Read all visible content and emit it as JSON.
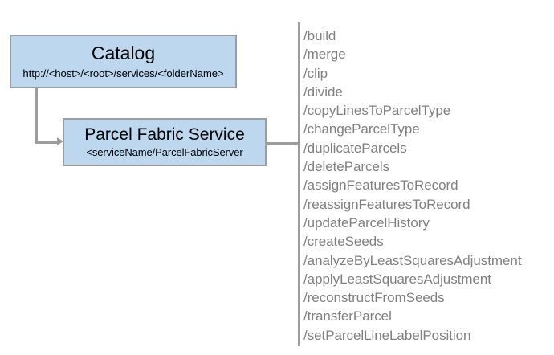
{
  "diagram": {
    "nodes": [
      {
        "id": "catalog",
        "title": "Catalog",
        "subtitle": "http://<host>/<root>/services/<folderName>"
      },
      {
        "id": "parcel-fabric-service",
        "title": "Parcel Fabric Service",
        "subtitle": "<serviceName/ParcelFabricServer"
      }
    ],
    "colors": {
      "node_fill": "#bdd7ee",
      "node_border": "#9d9d9d",
      "connector": "#9d9d9d",
      "divider": "#9d9d9d",
      "operation_text": "#808080",
      "node_text": "#000000",
      "background": "#ffffff"
    },
    "operations": [
      "/build",
      "/merge",
      "/clip",
      "/divide",
      "/copyLinesToParcelType",
      "/changeParcelType",
      "/duplicateParcels",
      "/deleteParcels",
      "/assignFeaturesToRecord",
      "/reassignFeaturesToRecord",
      "/updateParcelHistory",
      "/createSeeds",
      "/analyzeByLeastSquaresAdjustment",
      "/applyLeastSquaresAdjustment",
      "/reconstructFromSeeds",
      "/transferParcel",
      "/setParcelLineLabelPosition"
    ]
  }
}
